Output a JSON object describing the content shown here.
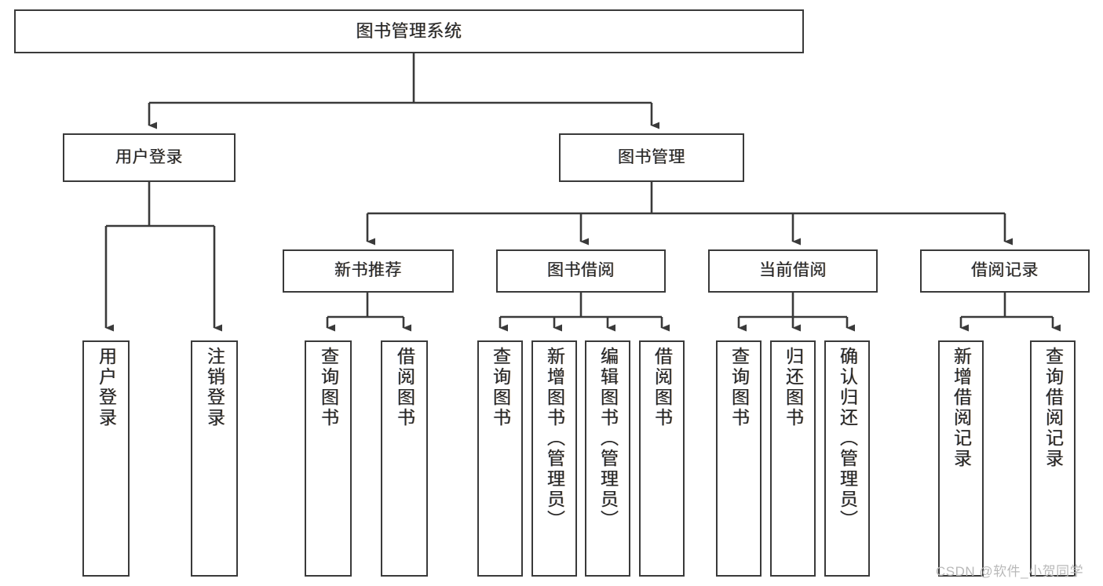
{
  "diagram": {
    "title": "图书管理系统",
    "type": "hierarchy-tree",
    "levels": 4,
    "line_color": "#3a3a3a",
    "box_fill": "#ffffff",
    "text_color": "#262626"
  },
  "root": {
    "label": "图书管理系统"
  },
  "level2": [
    {
      "label": "用户登录"
    },
    {
      "label": "图书管理"
    }
  ],
  "level3": [
    {
      "label": "新书推荐"
    },
    {
      "label": "图书借阅"
    },
    {
      "label": "当前借阅"
    },
    {
      "label": "借阅记录"
    }
  ],
  "leaves": {
    "user_login": [
      {
        "label": "用户登录"
      },
      {
        "label": "注销登录"
      }
    ],
    "new_book_recommend": [
      {
        "label": "查询图书"
      },
      {
        "label": "借阅图书"
      }
    ],
    "book_borrow": [
      {
        "label": "查询图书"
      },
      {
        "label": "新增图书（管理员）"
      },
      {
        "label": "编辑图书（管理员）"
      },
      {
        "label": "借阅图书"
      }
    ],
    "current_borrow": [
      {
        "label": "查询图书"
      },
      {
        "label": "归还图书"
      },
      {
        "label": "确认归还（管理员）"
      }
    ],
    "borrow_records": [
      {
        "label": "新增借阅记录"
      },
      {
        "label": "查询借阅记录"
      }
    ]
  },
  "watermark": {
    "text": "CSDN @软件_小贺同学"
  }
}
